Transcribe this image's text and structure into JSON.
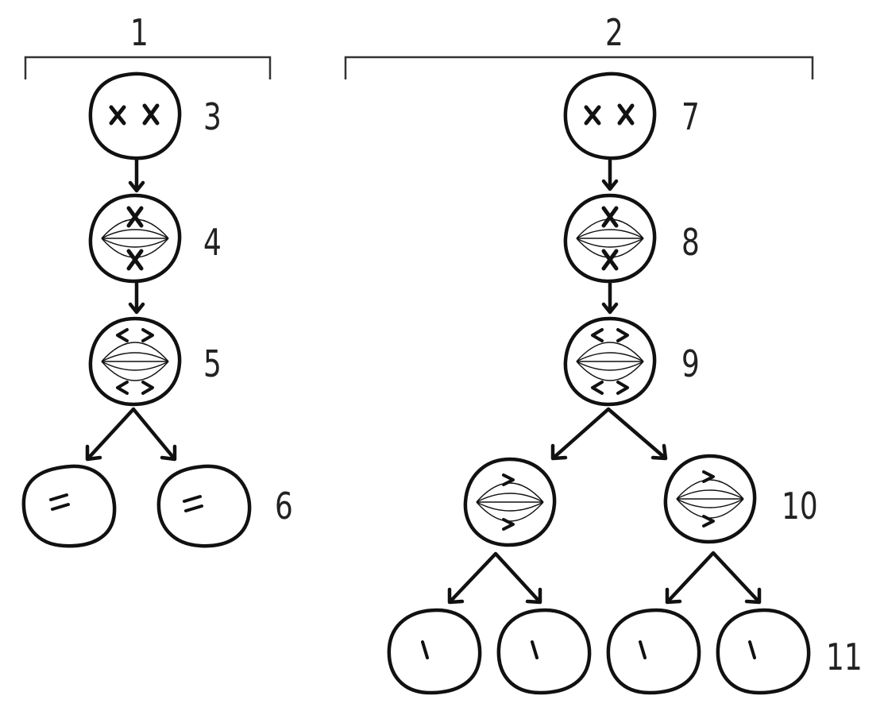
{
  "group_labels": {
    "left": "1",
    "right": "2"
  },
  "stage_labels": {
    "l3": "3",
    "l4": "4",
    "l5": "5",
    "l6": "6",
    "l7": "7",
    "l8": "8",
    "l9": "9",
    "l10": "10",
    "l11": "11"
  },
  "colors": {
    "stroke": "#111111",
    "label": "#222222",
    "bracket": "#333333",
    "background": "#ffffff"
  }
}
